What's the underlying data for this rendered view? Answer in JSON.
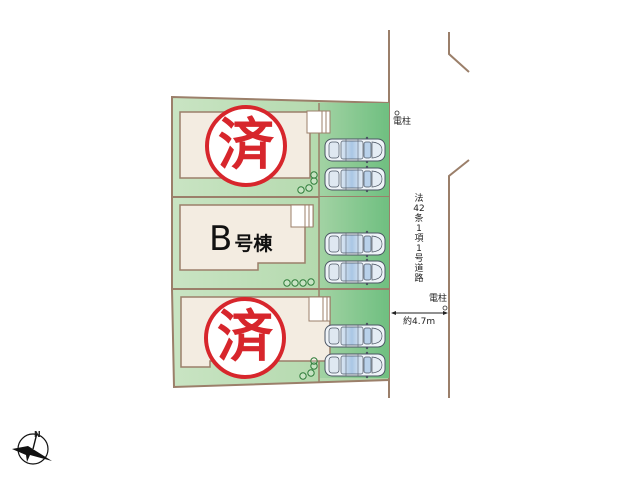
{
  "site_plan": {
    "lots": [
      {
        "id": "A",
        "status_mark": "済",
        "status": "sold",
        "parking_spaces": 2
      },
      {
        "id": "B",
        "label_letter": "B",
        "label_suffix": "号棟",
        "status": "available",
        "parking_spaces": 2
      },
      {
        "id": "C",
        "status_mark": "済",
        "status": "sold",
        "parking_spaces": 2
      }
    ],
    "road": {
      "label_chars": [
        "法",
        "42",
        "条",
        "1",
        "項",
        "1",
        "号",
        "道",
        "路"
      ],
      "width_label": "約4.7m"
    },
    "utility_poles": [
      {
        "label": "電柱",
        "position": "top"
      },
      {
        "label": "電柱",
        "position": "bottom"
      }
    ],
    "compass": {
      "label": "N"
    }
  },
  "colors": {
    "lot_green": "#a9d3a3",
    "lot_green_light": "#cfe6c9",
    "parking_green": "#7cc18a",
    "building_beige": "#f3ece1",
    "border_brown": "#9b7f6a",
    "sold_red": "#d7262c"
  }
}
